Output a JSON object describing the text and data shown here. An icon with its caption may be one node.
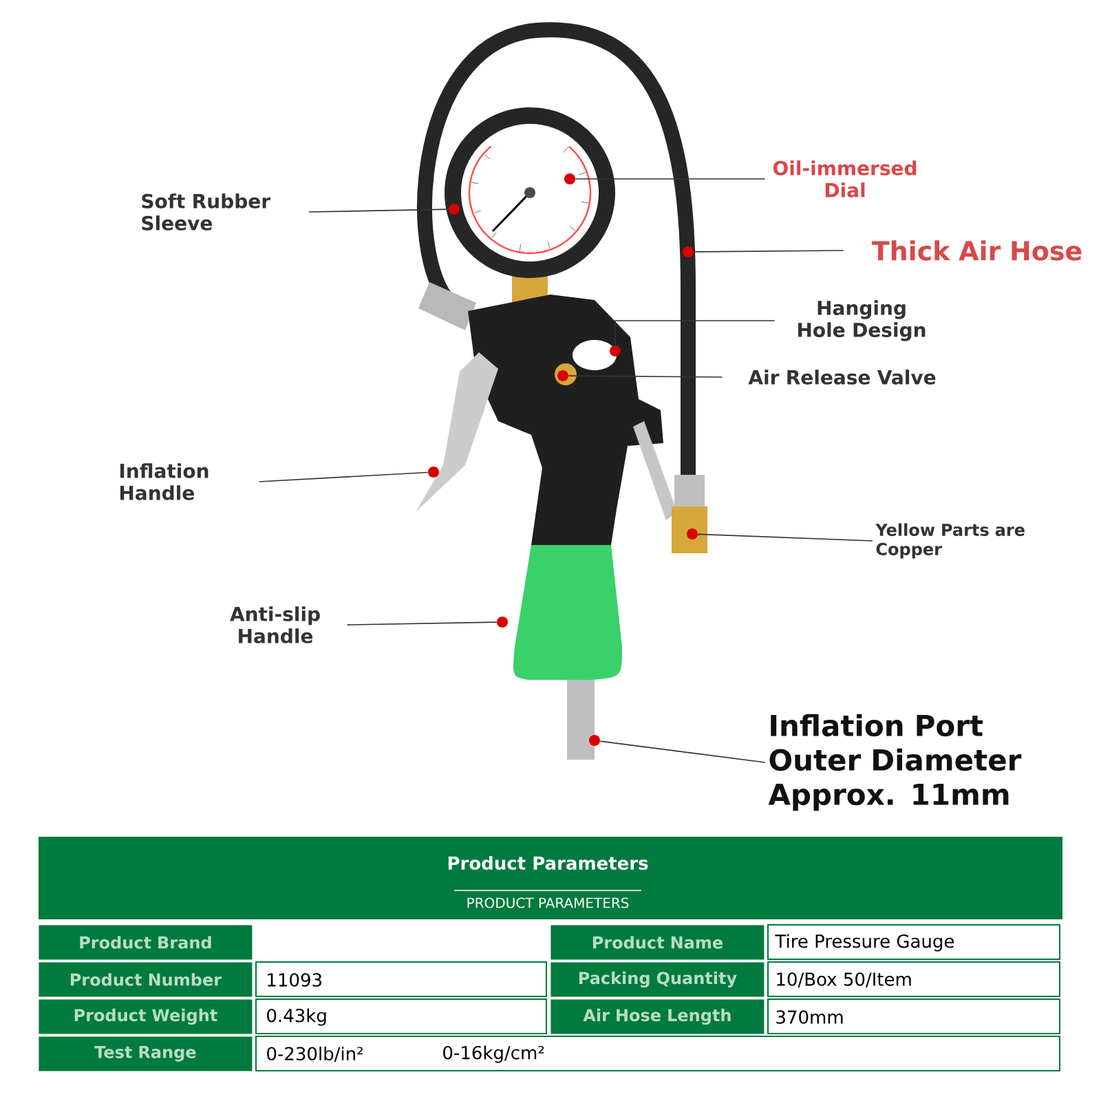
{
  "diagram": {
    "nodes": [
      {
        "text": [
          "Soft Rubber Sleeve"
        ]
      },
      {
        "text": [],
        "shape": "circle"
      },
      {
        "text": [
          "Oil-immersed Dial"
        ]
      },
      {
        "text": [],
        "shape": "circle"
      },
      {
        "text": [
          "Thick Air Hose"
        ]
      },
      {
        "text": [],
        "shape": "circle"
      },
      {
        "text": [
          "Hanging Hole Design"
        ]
      },
      {
        "text": [],
        "shape": "circle"
      },
      {
        "text": [
          "Air Release Valve"
        ]
      },
      {
        "text": [],
        "shape": "circle"
      },
      {
        "text": [
          "Inflation Handle"
        ]
      },
      {
        "text": [],
        "shape": "circle"
      },
      {
        "text": [
          "Yellow Parts are Copper"
        ]
      },
      {
        "text": [],
        "shape": "circle"
      },
      {
        "text": [
          "Anti-slip Handle"
        ]
      },
      {
        "text": [],
        "shape": "circle"
      },
      {
        "text": [
          "Inflation Port Outer Diameter Approx. 11mm"
        ]
      },
      {
        "text": [],
        "shape": "circle"
      }
    ],
    "edges": [
      {
        "from": 0,
        "to": 1,
        "arrow": "none"
      },
      {
        "from": 2,
        "to": 3,
        "arrow": "none"
      },
      {
        "from": 4,
        "to": 5,
        "arrow": "none"
      },
      {
        "from": 6,
        "to": 7,
        "arrow": "none"
      },
      {
        "from": 8,
        "to": 9,
        "arrow": "none"
      },
      {
        "from": 10,
        "to": 11,
        "arrow": "none"
      },
      {
        "from": 12,
        "to": 13,
        "arrow": "none"
      },
      {
        "from": 14,
        "to": 15,
        "arrow": "none"
      },
      {
        "from": 16,
        "to": 17,
        "arrow": "none"
      }
    ],
    "labels": [
      "Product Parameters",
      "PRODUCT PARAMETERS",
      "Product Brand",
      "Product Name",
      "Tire Pressure Gauge",
      "Product Number",
      "11093",
      "Packing Quantity",
      "10/Box 50/Item",
      "Product Weight",
      "0.43kg",
      "Air Hose Length",
      "370mm",
      "Test Range",
      "0-230lb/in²",
      "0-16kg/cm²"
    ]
  }
}
